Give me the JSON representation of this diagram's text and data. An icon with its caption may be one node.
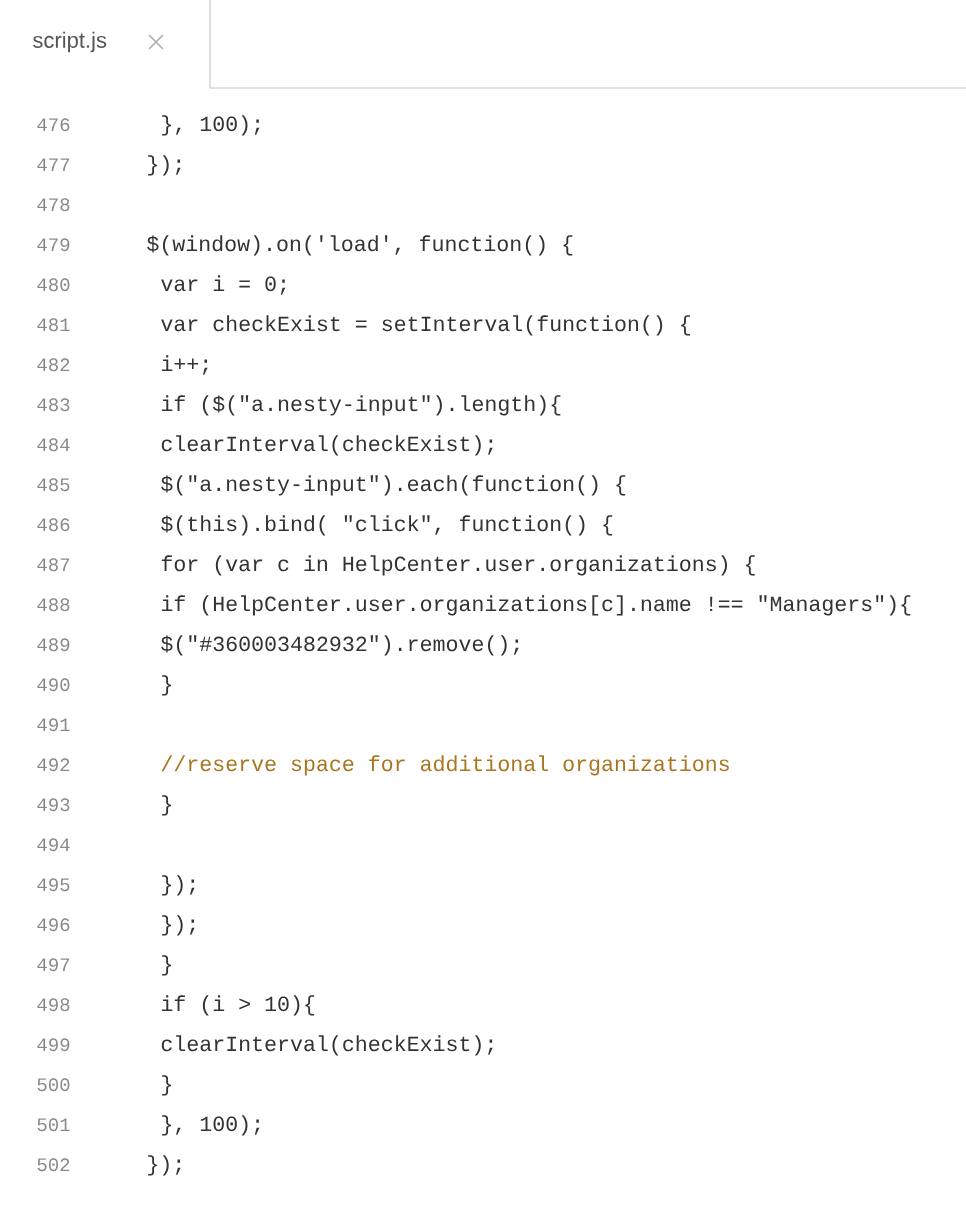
{
  "diagram": {
    "labels": [
      "script.js",
      "476",
      "}, 100);",
      "477",
      "});",
      "478",
      "479",
      "$(window).on('load', function() {",
      "480",
      "var i = 0;",
      "481",
      "var checkExist = setInterval(function() {",
      "482",
      "i++;",
      "483",
      "if ($(\"a.nesty-input\").length){",
      "484",
      "clearInterval(checkExist);",
      "485",
      "$(\"a.nesty-input\").each(function() {",
      "486",
      "$(this).bind( \"click\", function() {",
      "487",
      "for (var c in HelpCenter.user.organizations) {",
      "488",
      "if (HelpCenter.user.organizations[c].name !== \"Managers\"){",
      "489",
      "$(\"#360003482932\").remove();",
      "490",
      "}",
      "491",
      "492",
      "//reserve space for additional organizations",
      "493",
      "}",
      "494",
      "495",
      "});",
      "496",
      "});",
      "497",
      "}",
      "498",
      "if (i > 10){",
      "499",
      "clearInterval(checkExist);",
      "500",
      "}",
      "501",
      "}, 100);",
      "502",
      "});"
    ]
  }
}
